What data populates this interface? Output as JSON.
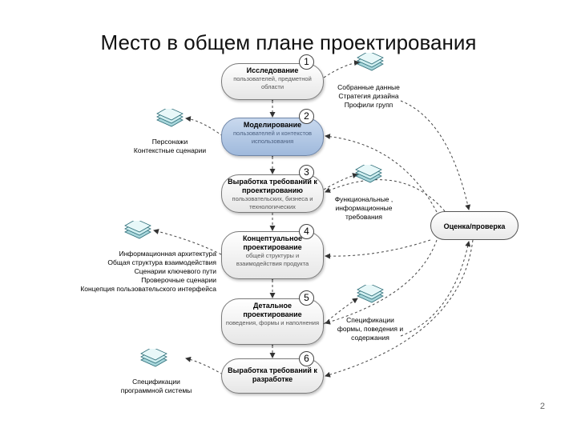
{
  "title": "Место в общем плане проектирования",
  "page_number": "2",
  "stages": [
    {
      "num": "1",
      "title": "Исследование",
      "subtitle": "пользователей, предметной области"
    },
    {
      "num": "2",
      "title": "Моделирование",
      "subtitle": "пользователей и контекстов использования"
    },
    {
      "num": "3",
      "title": "Выработка требований к проектированию",
      "subtitle": "пользовательских, бизнеса и технологических"
    },
    {
      "num": "4",
      "title": "Концептуальное проектирование",
      "subtitle": "общей структуры и взаимодействия продукта"
    },
    {
      "num": "5",
      "title": "Детальное проектирование",
      "subtitle": "поведения, формы и наполнения"
    },
    {
      "num": "6",
      "title": "Выработка требований к разработке",
      "subtitle": ""
    }
  ],
  "evaluation": "Оценка/проверка",
  "artifacts": {
    "research": [
      "Собранные данные",
      "Стратегия дизайна",
      "Профили групп"
    ],
    "modeling": [
      "Персонажи",
      "Контекстные сценарии"
    ],
    "requirements": [
      "Функциональные ,",
      "информационные",
      "требования"
    ],
    "concept": [
      "Информационная архитектура",
      "Общая структура взаимодействия",
      "Сценарии ключевого пути",
      "Проверочные сценарии",
      "Концепция пользовательского интерфейса"
    ],
    "detailed": [
      "Спецификации",
      "формы, поведения и",
      "содержания"
    ],
    "development": [
      "Спецификации",
      "программной системы"
    ]
  }
}
